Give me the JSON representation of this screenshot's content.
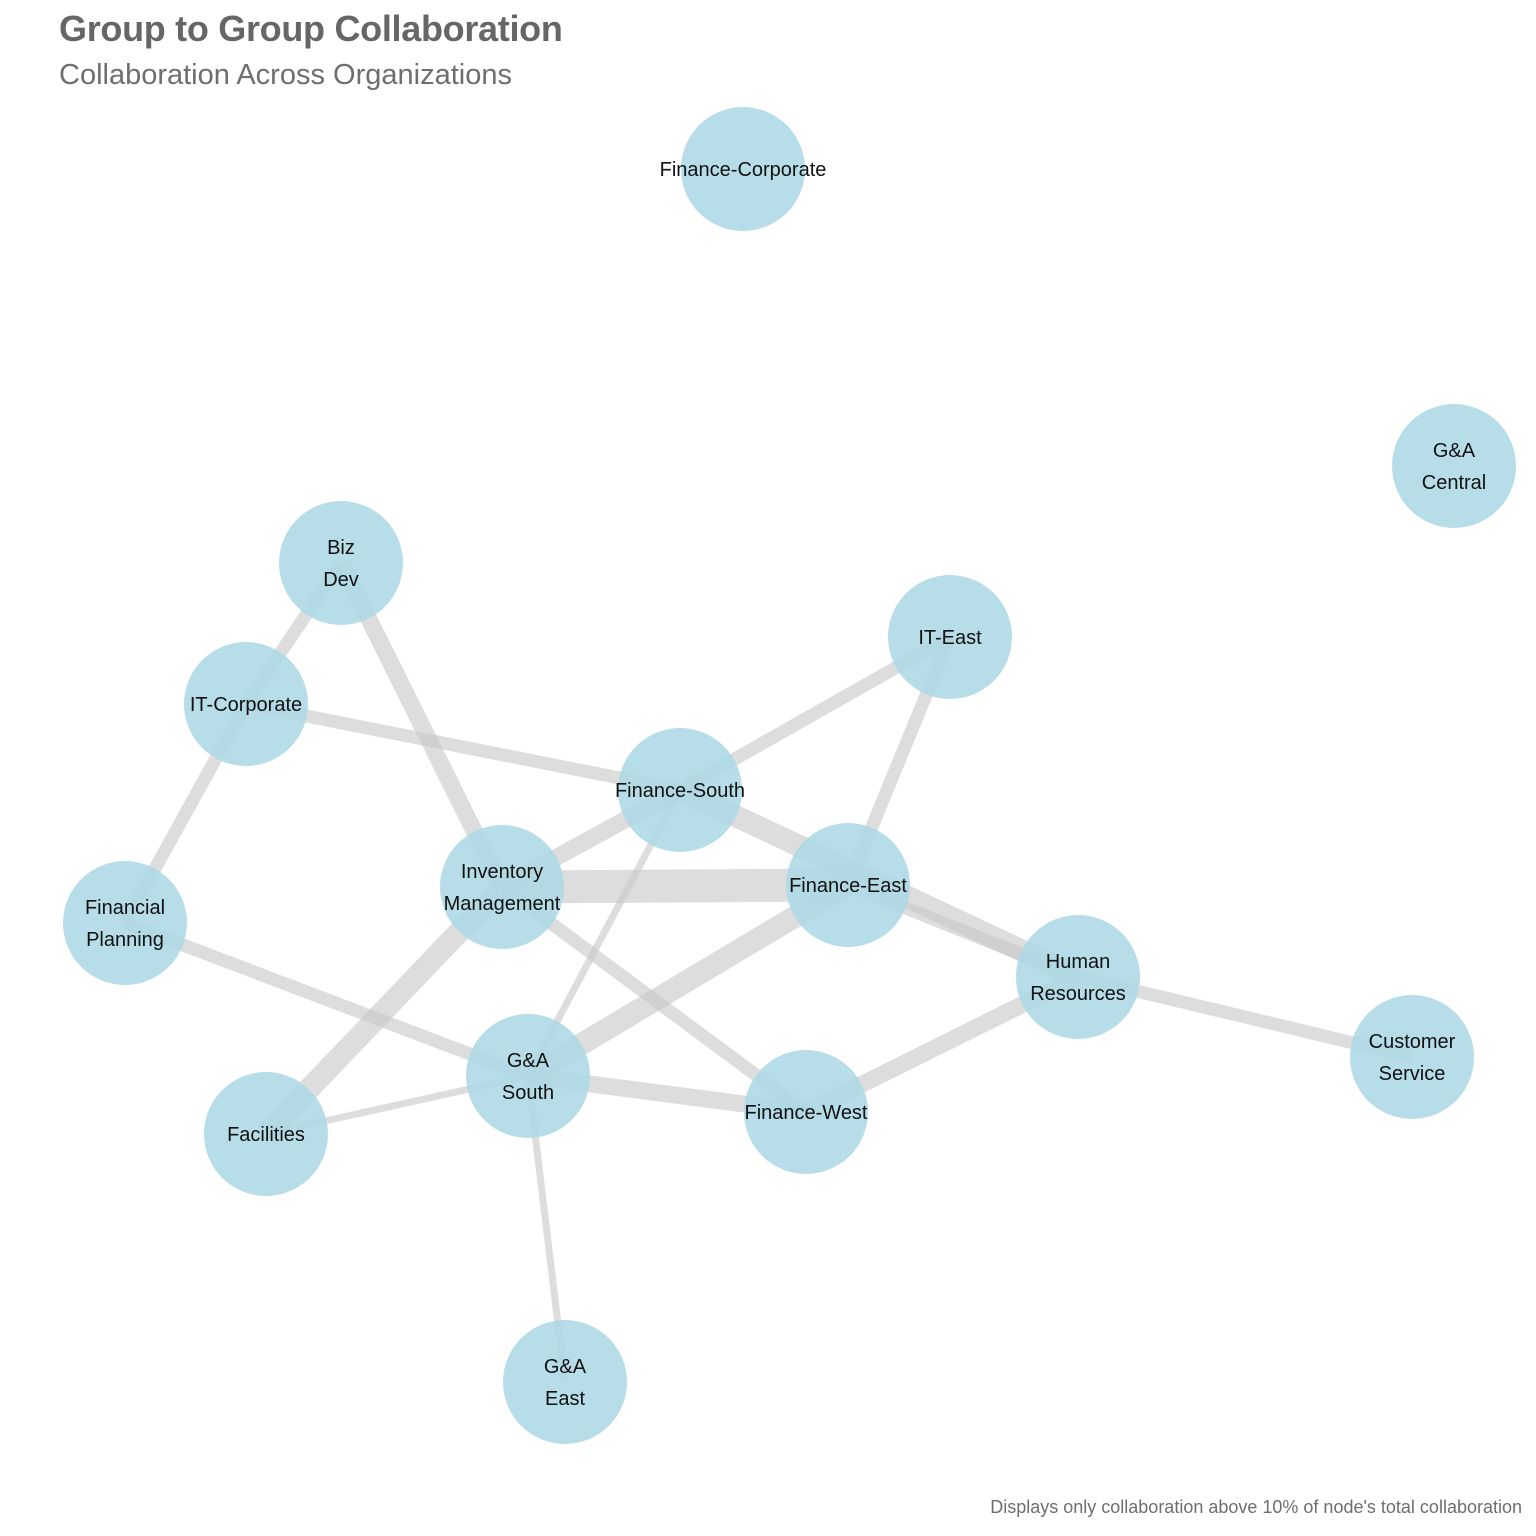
{
  "header": {
    "title": "Group to Group Collaboration",
    "subtitle": "Collaboration Across Organizations"
  },
  "footer": {
    "caption": "Displays only collaboration above 10% of node's total collaboration"
  },
  "colors": {
    "node_fill": "#add8e6",
    "edge_stroke": "#c8c8c8",
    "title_text": "#666666",
    "label_text": "#111111"
  },
  "diagram": {
    "nodes": [
      {
        "id": "finance-corporate",
        "lines": [
          "Finance-Corporate"
        ]
      },
      {
        "id": "ga-central",
        "lines": [
          "G&A",
          "Central"
        ]
      },
      {
        "id": "biz-dev",
        "lines": [
          "Biz",
          "Dev"
        ]
      },
      {
        "id": "it-east",
        "lines": [
          "IT-East"
        ]
      },
      {
        "id": "it-corporate",
        "lines": [
          "IT-Corporate"
        ]
      },
      {
        "id": "finance-south",
        "lines": [
          "Finance-South"
        ]
      },
      {
        "id": "inventory-management",
        "lines": [
          "Inventory",
          "Management"
        ]
      },
      {
        "id": "finance-east",
        "lines": [
          "Finance-East"
        ]
      },
      {
        "id": "financial-planning",
        "lines": [
          "Financial",
          "Planning"
        ]
      },
      {
        "id": "human-resources",
        "lines": [
          "Human",
          "Resources"
        ]
      },
      {
        "id": "customer-service",
        "lines": [
          "Customer",
          "Service"
        ]
      },
      {
        "id": "ga-south",
        "lines": [
          "G&A",
          "South"
        ]
      },
      {
        "id": "finance-west",
        "lines": [
          "Finance-West"
        ]
      },
      {
        "id": "facilities",
        "lines": [
          "Facilities"
        ]
      },
      {
        "id": "ga-east",
        "lines": [
          "G&A",
          "East"
        ]
      }
    ],
    "edges": [
      {
        "source": "biz-dev",
        "target": "inventory-management",
        "weight": 3
      },
      {
        "source": "biz-dev",
        "target": "it-corporate",
        "weight": 2
      },
      {
        "source": "it-corporate",
        "target": "finance-south",
        "weight": 2
      },
      {
        "source": "it-corporate",
        "target": "financial-planning",
        "weight": 2
      },
      {
        "source": "it-east",
        "target": "finance-south",
        "weight": 2
      },
      {
        "source": "it-east",
        "target": "finance-east",
        "weight": 2
      },
      {
        "source": "finance-south",
        "target": "inventory-management",
        "weight": 3
      },
      {
        "source": "finance-south",
        "target": "human-resources",
        "weight": 4
      },
      {
        "source": "finance-south",
        "target": "ga-south",
        "weight": 1
      },
      {
        "source": "inventory-management",
        "target": "finance-east",
        "weight": 5
      },
      {
        "source": "inventory-management",
        "target": "facilities",
        "weight": 4
      },
      {
        "source": "inventory-management",
        "target": "finance-west",
        "weight": 2
      },
      {
        "source": "finance-east",
        "target": "ga-south",
        "weight": 4
      },
      {
        "source": "finance-east",
        "target": "human-resources",
        "weight": 2
      },
      {
        "source": "financial-planning",
        "target": "ga-south",
        "weight": 2
      },
      {
        "source": "human-resources",
        "target": "finance-west",
        "weight": 3
      },
      {
        "source": "human-resources",
        "target": "customer-service",
        "weight": 2
      },
      {
        "source": "ga-south",
        "target": "finance-west",
        "weight": 3
      },
      {
        "source": "ga-south",
        "target": "facilities",
        "weight": 1
      },
      {
        "source": "ga-south",
        "target": "ga-east",
        "weight": 1
      }
    ]
  }
}
